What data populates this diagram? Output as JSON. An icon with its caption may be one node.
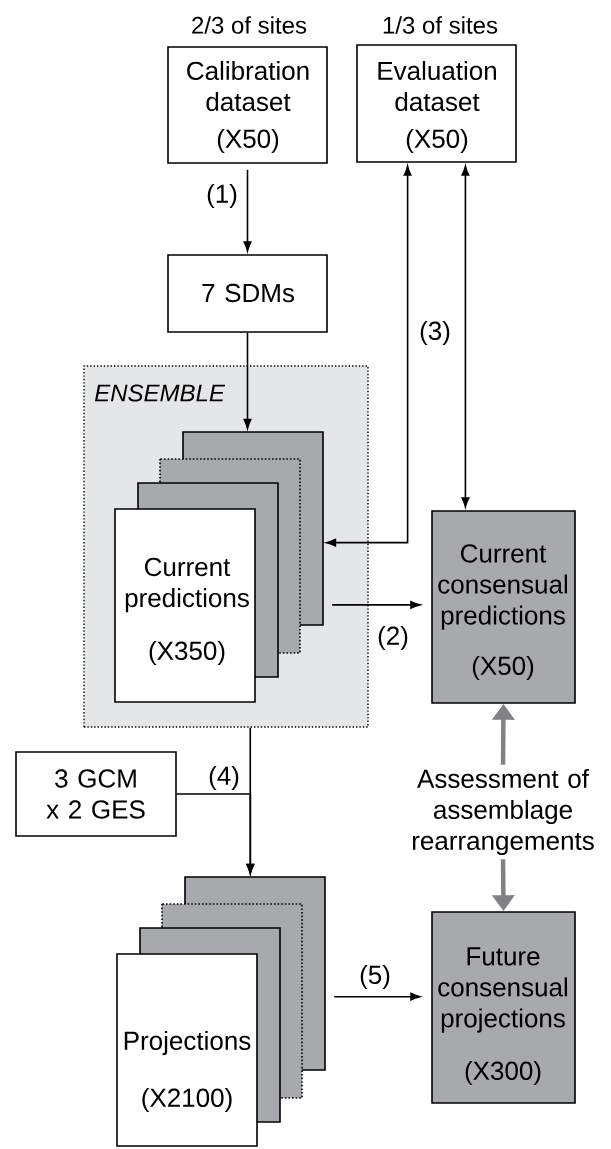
{
  "diagram": {
    "nodes": [
      {
        "text": [
          "Calibration dataset",
          "(X50)"
        ],
        "beside": [
          "2/3 of sites"
        ]
      },
      {
        "text": [
          "Evaluation dataset",
          "(X50)"
        ],
        "beside": [
          "1/3 of sites"
        ]
      },
      {
        "text": [
          "7 SDMs"
        ]
      },
      {
        "text": [
          "ENSEMBLE"
        ]
      },
      {
        "text": [
          "Current predictions",
          "(X350)"
        ],
        "in": 3
      },
      {
        "text": [
          "Current consensual predictions",
          "(X50)"
        ]
      },
      {
        "text": [
          "3 GCM x 2 GES"
        ]
      },
      {
        "text": [
          "Projections",
          "(X2100)"
        ]
      },
      {
        "text": [
          "Future consensual projections",
          "(X300)"
        ]
      },
      {
        "text": [
          "Assessment of assemblage rearrangements"
        ]
      }
    ],
    "edges": [
      {
        "from": 0,
        "to": 2,
        "arrow": "to",
        "label": "(1)"
      },
      {
        "from": 2,
        "to": 4,
        "arrow": "to"
      },
      {
        "from": 1,
        "to": 4,
        "arrow": "both"
      },
      {
        "from": 1,
        "to": 5,
        "arrow": "both",
        "label": "(3)"
      },
      {
        "from": 4,
        "to": 5,
        "arrow": "to",
        "label": "(2)"
      },
      {
        "from": 3,
        "to": 7,
        "arrow": "to"
      },
      {
        "from": 6,
        "to": 7,
        "arrow": "to",
        "label": "(4)"
      },
      {
        "from": 9,
        "to": 5,
        "arrow": "to",
        "style": "thick",
        "color": "#808285"
      },
      {
        "from": 9,
        "to": 8,
        "arrow": "to",
        "style": "thick",
        "color": "#808285"
      },
      {
        "from": 7,
        "to": 8,
        "arrow": "to",
        "label": "(5)"
      }
    ]
  }
}
